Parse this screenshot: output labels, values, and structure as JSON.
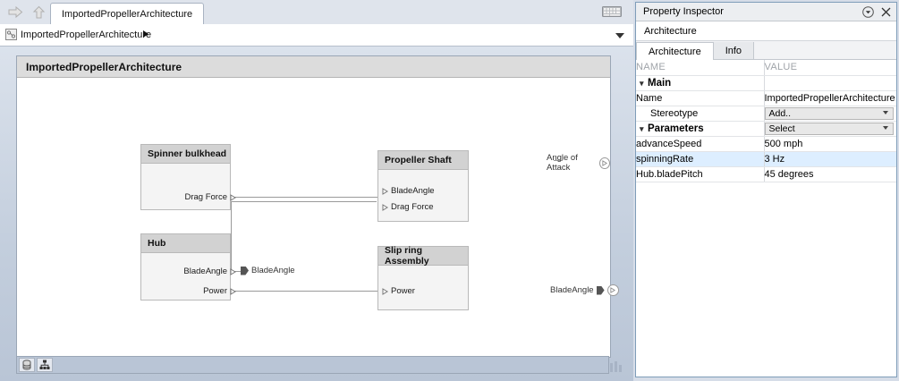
{
  "editor": {
    "tab_label": "ImportedPropellerArchitecture",
    "nav": {
      "forward_icon": "forward-arrow-icon",
      "up_icon": "up-arrow-icon"
    },
    "keyboard_icon": "keyboard-icon",
    "breadcrumb": {
      "icon": "architecture-model-icon",
      "text": "ImportedPropellerArchitecture",
      "arrow": "breadcrumb-arrow-icon",
      "caret": "chevron-down-icon"
    },
    "canvas_title": "ImportedPropellerArchitecture",
    "blocks": [
      {
        "name": "Spinner bulkhead",
        "ports": [
          {
            "label": "Drag Force",
            "dir": "out"
          }
        ]
      },
      {
        "name": "Propeller Shaft",
        "ports": [
          {
            "label": "BladeAngle",
            "dir": "in"
          },
          {
            "label": "Drag Force",
            "dir": "in"
          }
        ]
      },
      {
        "name": "Hub",
        "ports": [
          {
            "label": "BladeAngle",
            "dir": "out"
          },
          {
            "label": "Power",
            "dir": "out"
          }
        ]
      },
      {
        "name": "Slip ring Assembly",
        "ports": [
          {
            "label": "Power",
            "dir": "in"
          }
        ]
      }
    ],
    "inline_label": "BladeAngle",
    "edge_ports": [
      {
        "label": "Angle of Attack"
      },
      {
        "label": "BladeAngle"
      }
    ],
    "statusbar_icons": [
      "model-browser-icon",
      "hierarchy-icon"
    ]
  },
  "inspector": {
    "title": "Property Inspector",
    "options_icon": "circled-chevron-down-icon",
    "close_icon": "close-icon",
    "subtitle": "Architecture",
    "tabs": [
      {
        "label": "Architecture",
        "active": true
      },
      {
        "label": "Info",
        "active": false
      }
    ],
    "columns": {
      "name": "NAME",
      "value": "VALUE"
    },
    "rows": [
      {
        "kind": "group",
        "name": "Main",
        "value": "",
        "expanded": true
      },
      {
        "kind": "field",
        "name": "Name",
        "value": "ImportedPropellerArchitecture"
      },
      {
        "kind": "combo",
        "name": "Stereotype",
        "value": "Add.."
      },
      {
        "kind": "group-combo",
        "name": "Parameters",
        "value": "Select",
        "expanded": true
      },
      {
        "kind": "field",
        "name": "advanceSpeed",
        "value": "500 mph"
      },
      {
        "kind": "field",
        "name": "spinningRate",
        "value": "3 Hz",
        "selected": true
      },
      {
        "kind": "field",
        "name": "Hub.bladePitch",
        "value": "45 degrees"
      }
    ]
  },
  "colors": {
    "selection": "#ddeeff",
    "block_header": "#d2d2d2",
    "block_body": "#f4f4f4",
    "panel_border": "#7f9db9"
  }
}
